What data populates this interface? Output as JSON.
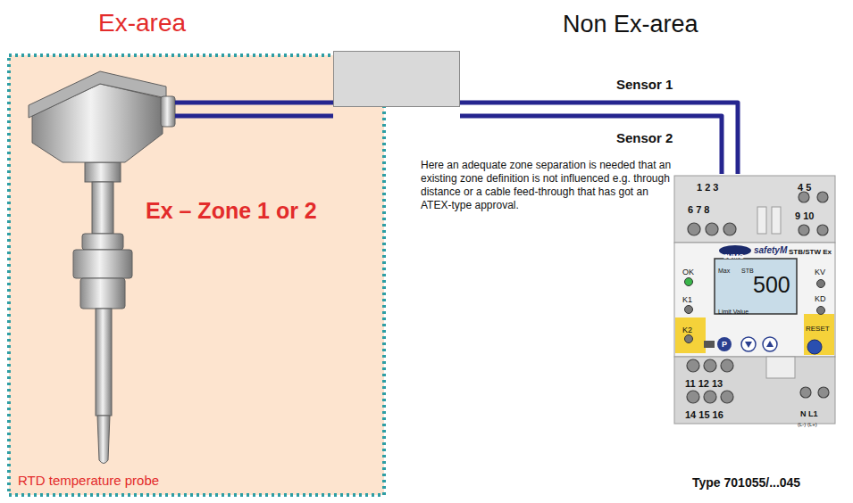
{
  "diagram": {
    "nodes": [
      {
        "text": [
          "Ex-area",
          "Ex – Zone 1 or 2",
          "RTD temperature probe"
        ]
      },
      {
        "text": [
          "Here an adequate zone separation is needed that an existing zone definition is not influenced e.g. through distance or a cable feed-through that has got an ATEX-type approval."
        ]
      },
      {
        "text": [
          "Type 701055/...045",
          "1 2 3",
          "4 5",
          "6 7 8",
          "9 10",
          "JUMO",
          "safetyM",
          "STB/STW Ex",
          "OK",
          "K1",
          "K2",
          "Max",
          "STB",
          "500",
          "Limit Value",
          "KV",
          "KD",
          "RESET",
          "P",
          "11 12 13",
          "14 15 16",
          "N L1",
          "(L-) (L+)"
        ]
      }
    ],
    "edges": [
      {
        "from": 1,
        "to": 2,
        "arrow": "none",
        "label": "Sensor 1"
      },
      {
        "from": 1,
        "to": 2,
        "arrow": "none",
        "label": "Sensor 2"
      }
    ],
    "labels": [
      "Non Ex-area"
    ]
  }
}
